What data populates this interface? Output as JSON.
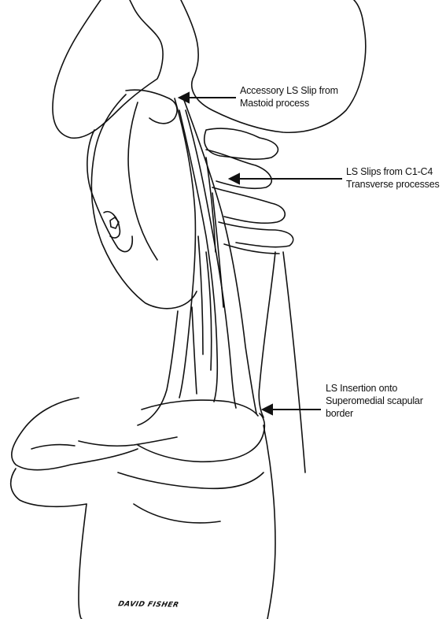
{
  "labels": {
    "mastoid": {
      "line1": "Accessory LS Slip from",
      "line2": "Mastoid process"
    },
    "transverse": {
      "line1": "LS Slips from C1-C4",
      "line2": "Transverse processes"
    },
    "insertion": {
      "line1": "LS Insertion onto",
      "line2": "Superomedial scapular",
      "line3": "border"
    }
  },
  "signature": "DAVID FISHER",
  "colors": {
    "ink": "#111111",
    "paper": "#ffffff"
  }
}
